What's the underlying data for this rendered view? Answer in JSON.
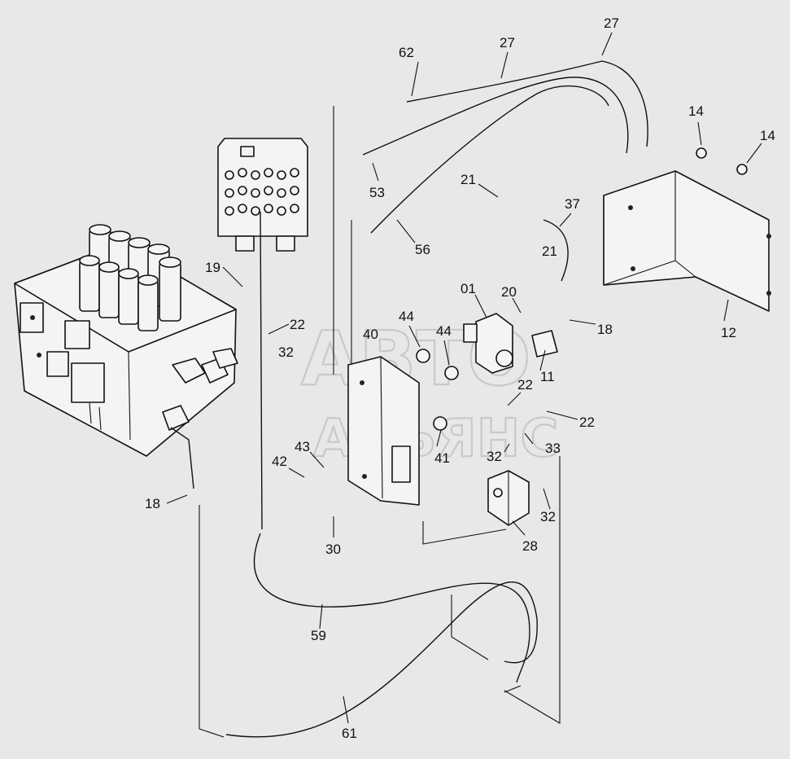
{
  "watermark": {
    "line1": "АВТО",
    "line2": "АЛЬЯНС"
  },
  "callouts": {
    "c62": "62",
    "c27a": "27",
    "c27b": "27",
    "c14a": "14",
    "c14b": "14",
    "c53": "53",
    "c56": "56",
    "c21a": "21",
    "c21b": "21",
    "c37": "37",
    "c19": "19",
    "c22a": "22",
    "c32a": "32",
    "c01": "01",
    "c20": "20",
    "c18a": "18",
    "c12": "12",
    "c44a": "44",
    "c44b": "44",
    "c40": "40",
    "c11": "11",
    "c22b": "22",
    "c22c": "22",
    "c43": "43",
    "c32b": "32",
    "c33": "33",
    "c42": "42",
    "c41": "41",
    "c18b": "18",
    "c32c": "32",
    "c30": "30",
    "c28": "28",
    "c59": "59",
    "c61": "61"
  }
}
